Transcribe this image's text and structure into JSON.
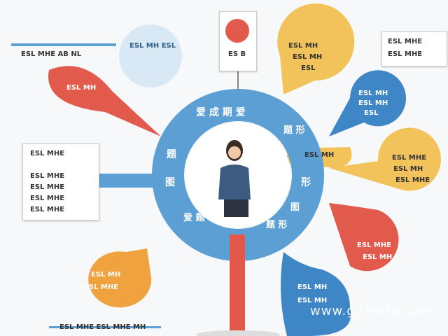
{
  "colors": {
    "ring": "#5b9fd5",
    "red": "#e25a4c",
    "orange": "#f0a23e",
    "yellow": "#f3c35b",
    "blue_bubble": "#3f86c7"
  },
  "ring_labels": [
    "爱 成 期 爱",
    "题",
    "图",
    "形",
    "爱 题",
    "题 形",
    "题 形",
    "图"
  ],
  "top_left": {
    "heading": "ESL MHE AB NL",
    "bubble": "ESL MH ESL"
  },
  "top_card": {
    "label": "ES B"
  },
  "top_right_card": {
    "title": "ESL MHE",
    "sub": "ESL MHE"
  },
  "left_card": {
    "title": "ESL MHE",
    "lines": [
      "ESL MHE",
      "ESL MHE",
      "ESL MHE",
      "ESL MHE"
    ]
  },
  "bubbles": {
    "red_top_left": "ESL MH",
    "yellow_top": [
      "ESL MH",
      "ESL MH",
      "ESL"
    ],
    "blue_right": [
      "ESL MH",
      "ESL MH",
      "ESL"
    ],
    "yellow_mid": "ESL MH",
    "yellow_right": [
      "ESL MHE",
      "ESL MH",
      "ESL MHE"
    ],
    "red_right": [
      "ESL MHE",
      "ESL MH"
    ],
    "orange_left": [
      "ESL MH",
      "ESL MHE"
    ],
    "blue_bottom": [
      "ESL MH",
      "ESL MH"
    ]
  },
  "bottom_caption": "ESL MHE ESL MHE MH",
  "watermark": "www.gdxmfw.com"
}
